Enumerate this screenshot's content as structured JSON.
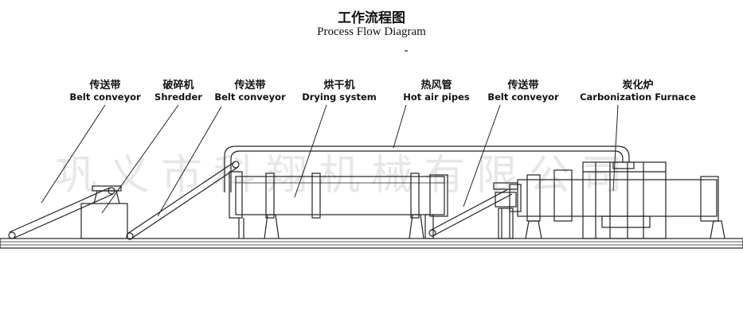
{
  "title": {
    "cn": "工作流程图",
    "en": "Process Flow Diagram"
  },
  "labels": [
    {
      "id": "belt1",
      "cn": "传送带",
      "en": "Belt conveyor"
    },
    {
      "id": "shredder",
      "cn": "破碎机",
      "en": "Shredder"
    },
    {
      "id": "belt2",
      "cn": "传送带",
      "en": "Belt conveyor"
    },
    {
      "id": "dryer",
      "cn": "烘干机",
      "en": "Drying system"
    },
    {
      "id": "hotair",
      "cn": "热风管",
      "en": "Hot air pipes"
    },
    {
      "id": "belt3",
      "cn": "传送带",
      "en": "Belt conveyor"
    },
    {
      "id": "furnace",
      "cn": "炭化炉",
      "en": "Carbonization Furnace"
    }
  ],
  "watermark": "巩义市科翔机械有限公司",
  "colors": {
    "line": "#222222",
    "watermark": "#787878"
  }
}
